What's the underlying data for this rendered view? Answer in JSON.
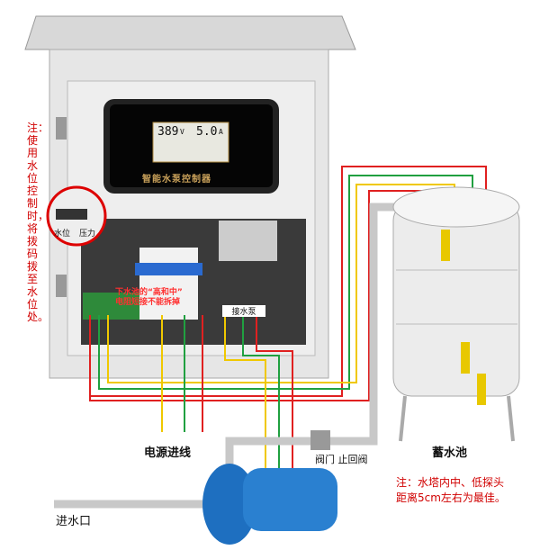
{
  "lcd": {
    "voltage": "389",
    "voltage_unit": "V",
    "current": "5.0",
    "current_unit": "A",
    "brand": "智能水泵控制器"
  },
  "switch": {
    "left": "水位",
    "right": "压力"
  },
  "warning": {
    "line1": "下水池的“高和中”",
    "line2": "电阻短接不能拆掉"
  },
  "pump_terminal": "接水泵",
  "labels": {
    "power_in": "电源进线",
    "valve": "阀门 止回阀",
    "tank": "蓄水池",
    "inlet": "进水口"
  },
  "notes": {
    "left": "注：使用水位控制时，将拨码拨至水位处。",
    "right_line1": "注：水塔内中、低探头",
    "right_line2": "距离5cm左右为最佳。"
  },
  "colors": {
    "red": "#e02020",
    "yellow": "#f0c800",
    "green": "#20a040",
    "pipe": "#c8c8c8"
  }
}
